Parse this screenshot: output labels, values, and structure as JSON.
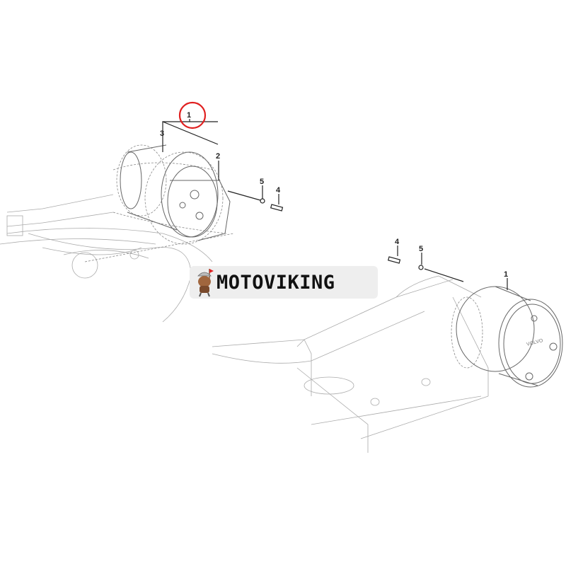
{
  "diagram": {
    "callouts_left": {
      "assembly": "1",
      "motor_housing": "3",
      "hydraulic_motor": "2",
      "washer": "5",
      "bolt": "4"
    },
    "callouts_right": {
      "bolt": "4",
      "washer": "5",
      "assembly": "1"
    },
    "highlight_color": "#e02020",
    "motor_logo": "VOLVO"
  },
  "watermark": {
    "text": "MOTOVIKING"
  }
}
